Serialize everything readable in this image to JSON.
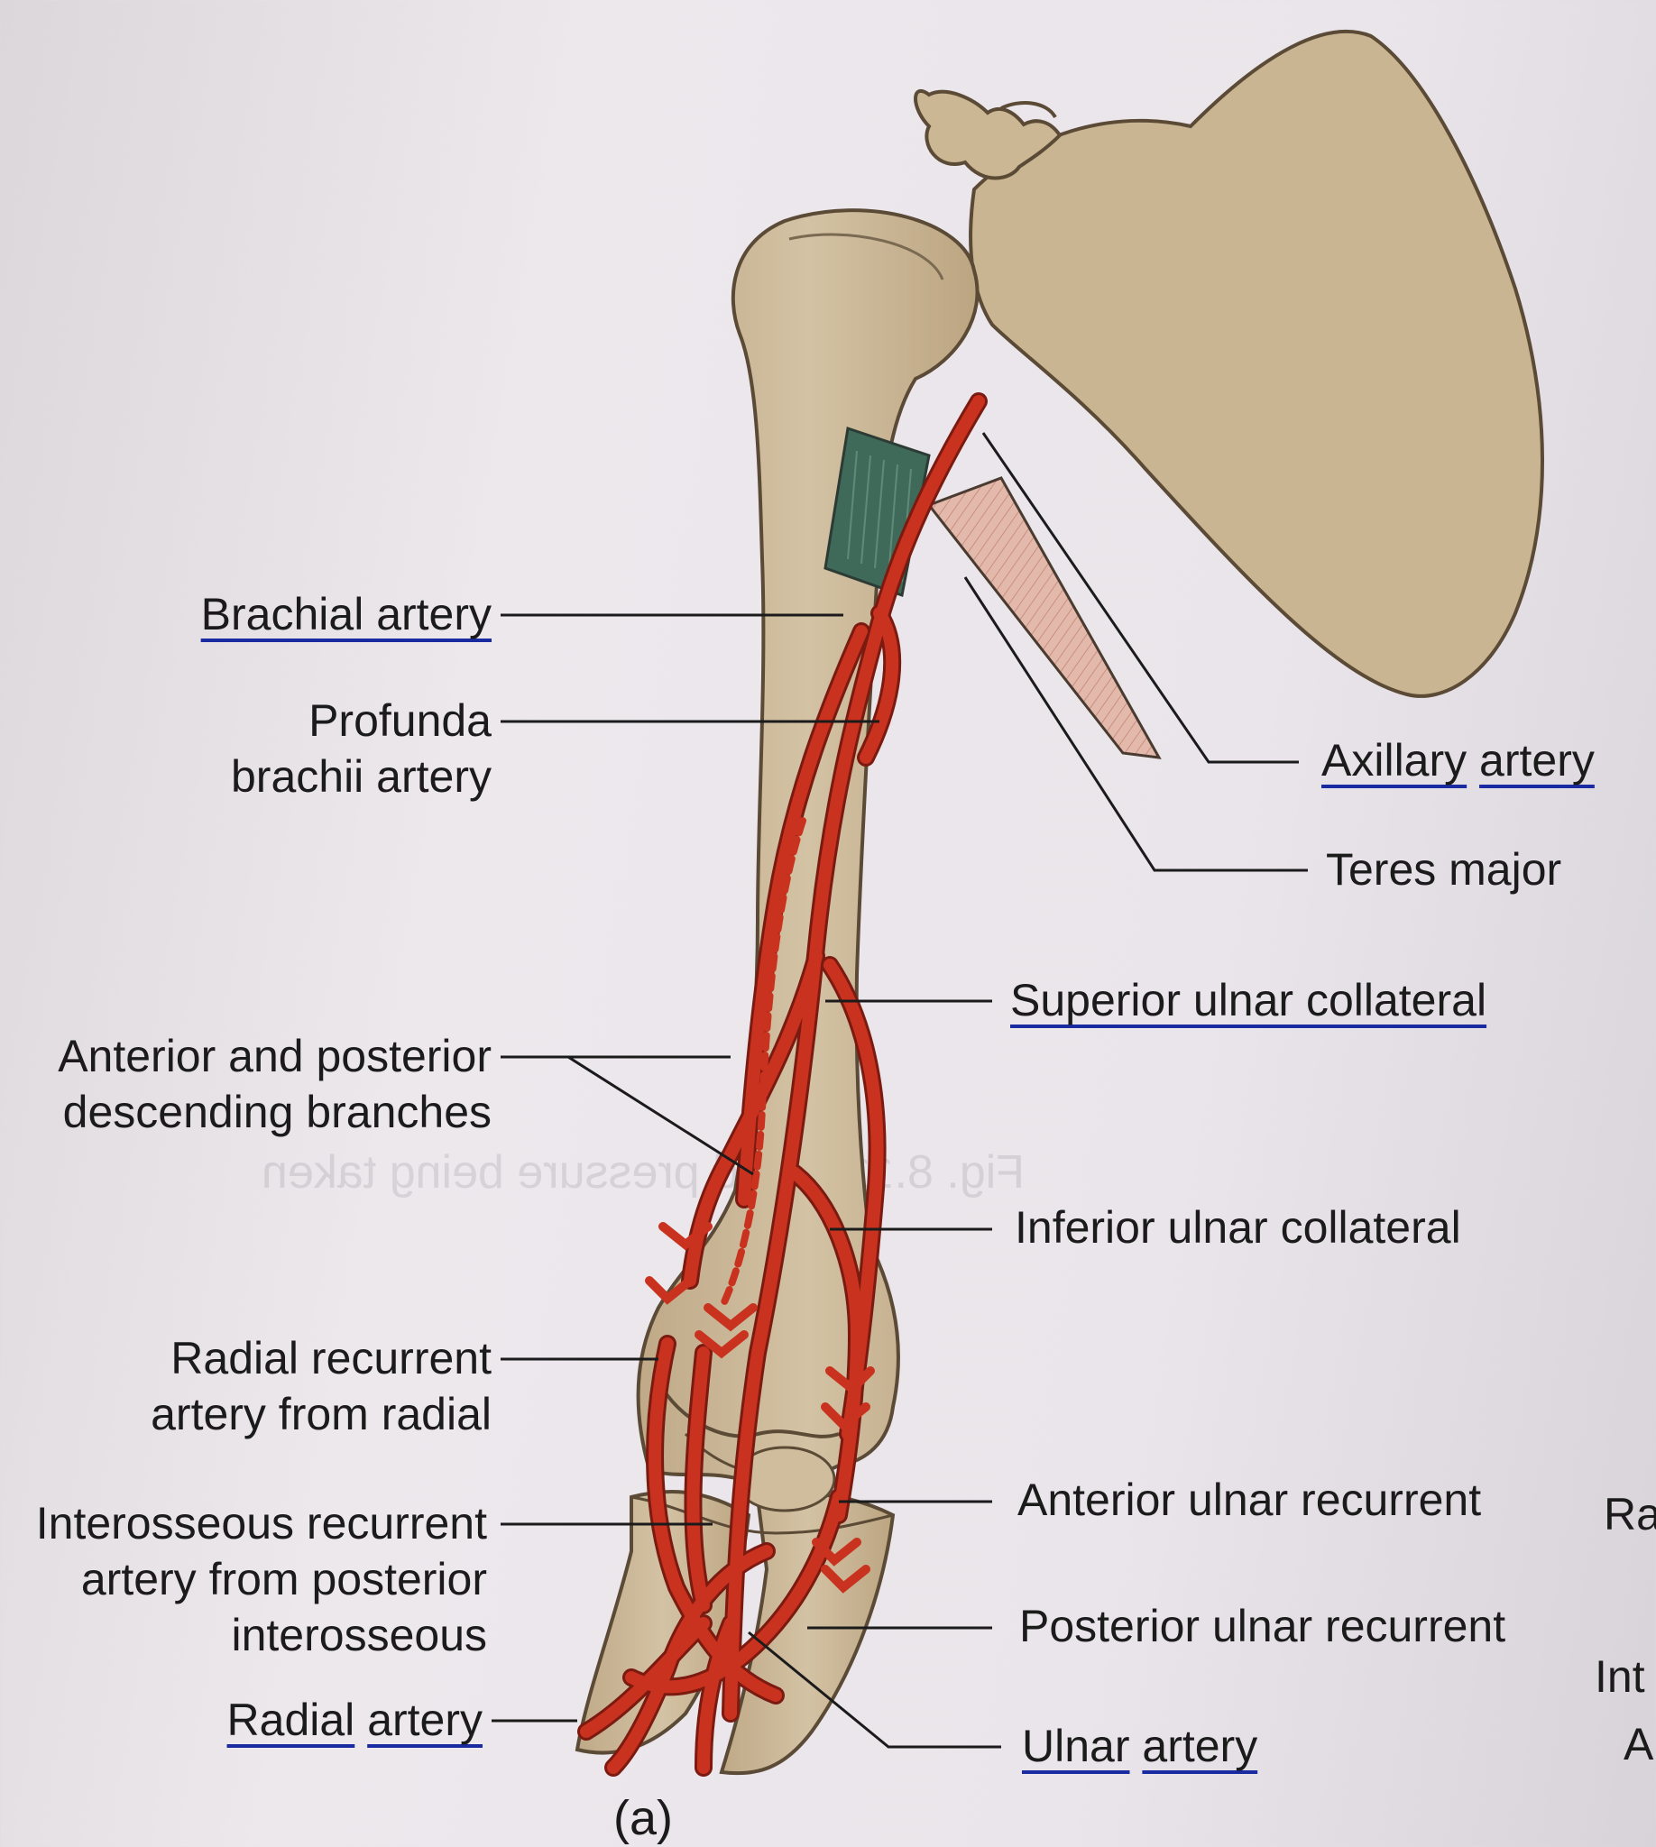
{
  "labels": {
    "brachial_artery": "Brachial artery",
    "profunda_line1": "Profunda",
    "profunda_line2": "brachii artery",
    "ant_post_line1": "Anterior and posterior",
    "ant_post_line2": "descending branches",
    "radial_rec_line1": "Radial recurrent",
    "radial_rec_line2": "artery from radial",
    "interosseous_line1": "Interosseous recurrent",
    "interosseous_line2": "artery from posterior",
    "interosseous_line3": "interosseous",
    "radial_artery_word1": "Radial",
    "radial_artery_word2": "artery",
    "axillary_word1": "Axillary",
    "axillary_word2": "artery",
    "teres_major": "Teres major",
    "superior_ulnar": "Superior ulnar collateral",
    "inferior_ulnar": "Inferior ulnar collateral",
    "anterior_ulnar_rec": "Anterior ulnar recurrent",
    "posterior_ulnar_rec": "Posterior ulnar recurrent",
    "ulnar_word1": "Ulnar",
    "ulnar_word2": "artery"
  },
  "caption": "(a)",
  "edge_fragments": [
    "Ra",
    "Int",
    "A"
  ],
  "show_through_text": "Fig. 8.11 Blood pressure being taken",
  "colors": {
    "bone": "#cbb89a",
    "bone_outline": "#5a4a36",
    "artery": "#c8321e",
    "artery_outline": "#7a1a10",
    "muscle": "#e0b4a8",
    "tendon": "#3f6a5a",
    "underline": "#1a2aa0"
  }
}
